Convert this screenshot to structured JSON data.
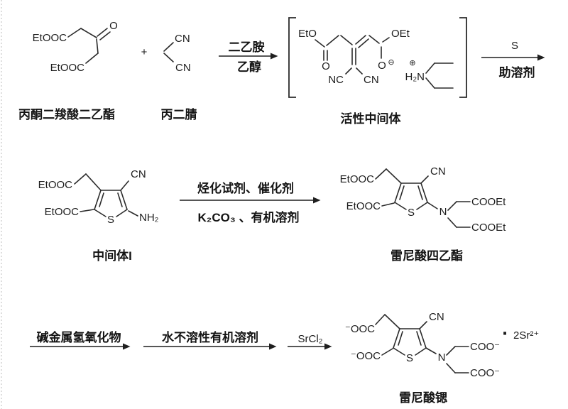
{
  "meta": {
    "background": "#ffffff",
    "ink": "#2b2b2b",
    "scheme": "strontium ranelate synthesis route"
  },
  "shared": {
    "sulfur": "S"
  },
  "step1": {
    "reactant1": {
      "name": "丙酮二羧酸二乙酯",
      "ester_top": "EtOOC",
      "ester_bottom": "EtOOC",
      "ketone_oxygen": "O"
    },
    "plus": "+",
    "reactant2": {
      "name": "丙二腈",
      "nitrile_top": "CN",
      "nitrile_bottom": "CN"
    },
    "arrow1": {
      "above": "二乙胺",
      "below": "乙醇"
    },
    "intermediate": {
      "name": "活性中间体",
      "eto": "EtO",
      "carbonyl_oxygen": "O",
      "nitrile_left": "NC",
      "nitrile_right": "CN",
      "oet": "OEt",
      "enolate_oxygen": "O",
      "circled_minus": "⊖",
      "circled_plus": "⊕",
      "ammonium": "H₂N"
    },
    "arrow2": {
      "above": "S",
      "below": "助溶剂"
    }
  },
  "step2": {
    "intermediate1": {
      "name": "中间体I",
      "ester_top": "EtOOC",
      "nitrile": "CN",
      "ester_left": "EtOOC",
      "amine": "NH₂"
    },
    "arrow": {
      "above": "烃化试剂、催化剂",
      "below": "K₂CO₃ 、有机溶剂"
    },
    "tetraethyl_ranelate": {
      "name": "雷尼酸四乙酯",
      "ester_top": "EtOOC",
      "nitrile": "CN",
      "ester_left": "EtOOC",
      "nitrogen": "N",
      "ester_arm_top": "COOEt",
      "ester_arm_bottom": "COOEt"
    }
  },
  "step3": {
    "arrow1": {
      "above": "碱金属氢氧化物"
    },
    "arrow2": {
      "above": "水不溶性有机溶剂"
    },
    "arrow3": {
      "above": "SrCl₂"
    },
    "strontium_ranelate": {
      "name": "雷尼酸锶",
      "carboxylate_top": "⁻OOC",
      "nitrile": "CN",
      "carboxylate_left": "⁻OOC",
      "nitrogen": "N",
      "carboxylate_arm_top": "COO⁻",
      "carboxylate_arm_bottom": "COO⁻",
      "dot": "·",
      "counterion": "2Sr²⁺"
    }
  }
}
